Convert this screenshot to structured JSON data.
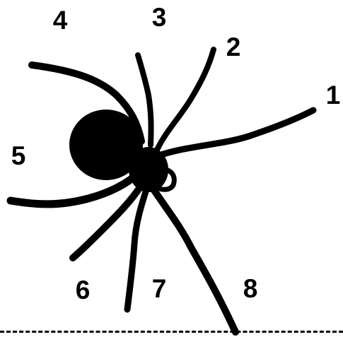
{
  "diagram": {
    "leg_labels": [
      "1",
      "2",
      "3",
      "4",
      "5",
      "6",
      "7",
      "8"
    ],
    "colors": {
      "ink": "#000000",
      "background": "#ffffff"
    }
  }
}
